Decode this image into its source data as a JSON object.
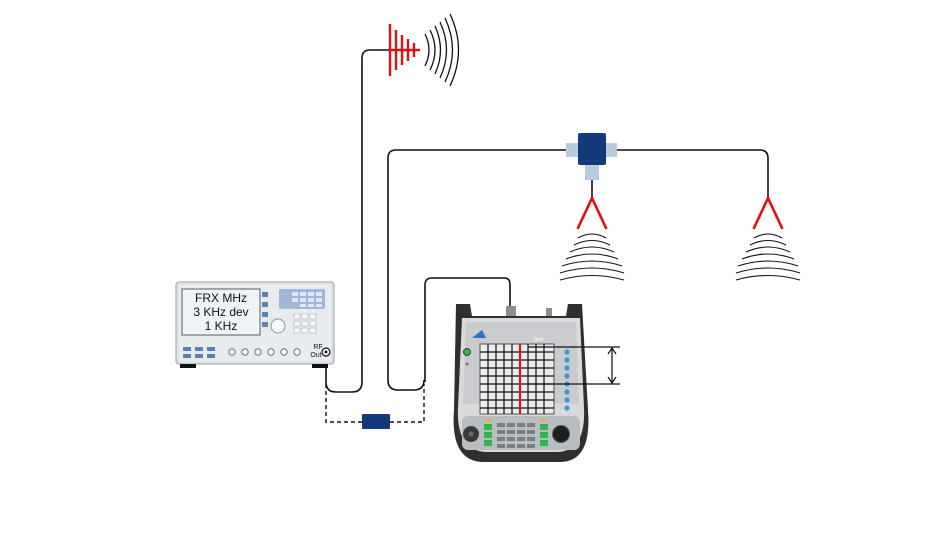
{
  "signal_generator": {
    "display_lines": [
      "FRX MHz",
      "3 KHz dev",
      "1 KHz"
    ],
    "port_label_line1": "RF",
    "port_label_line2": "Out"
  },
  "icons": {
    "transmit_antenna": "broadcast-waves-icon",
    "receive_antenna": "dipole-antenna-icon",
    "power_splitter": "tee-splitter-icon",
    "attenuator": "inline-attenuator-icon"
  },
  "colors": {
    "cable": "#111111",
    "antenna": "#e01010",
    "spectrum_marker": "#d81818",
    "splitter_body": "#103a7a",
    "splitter_ports": "#b8cce0",
    "analyzer_body": "#3c3c3c",
    "analyzer_display": "#ececec",
    "analyzer_buttons": "#3a9ad8",
    "analyzer_softkeys": "#2fb24a"
  }
}
